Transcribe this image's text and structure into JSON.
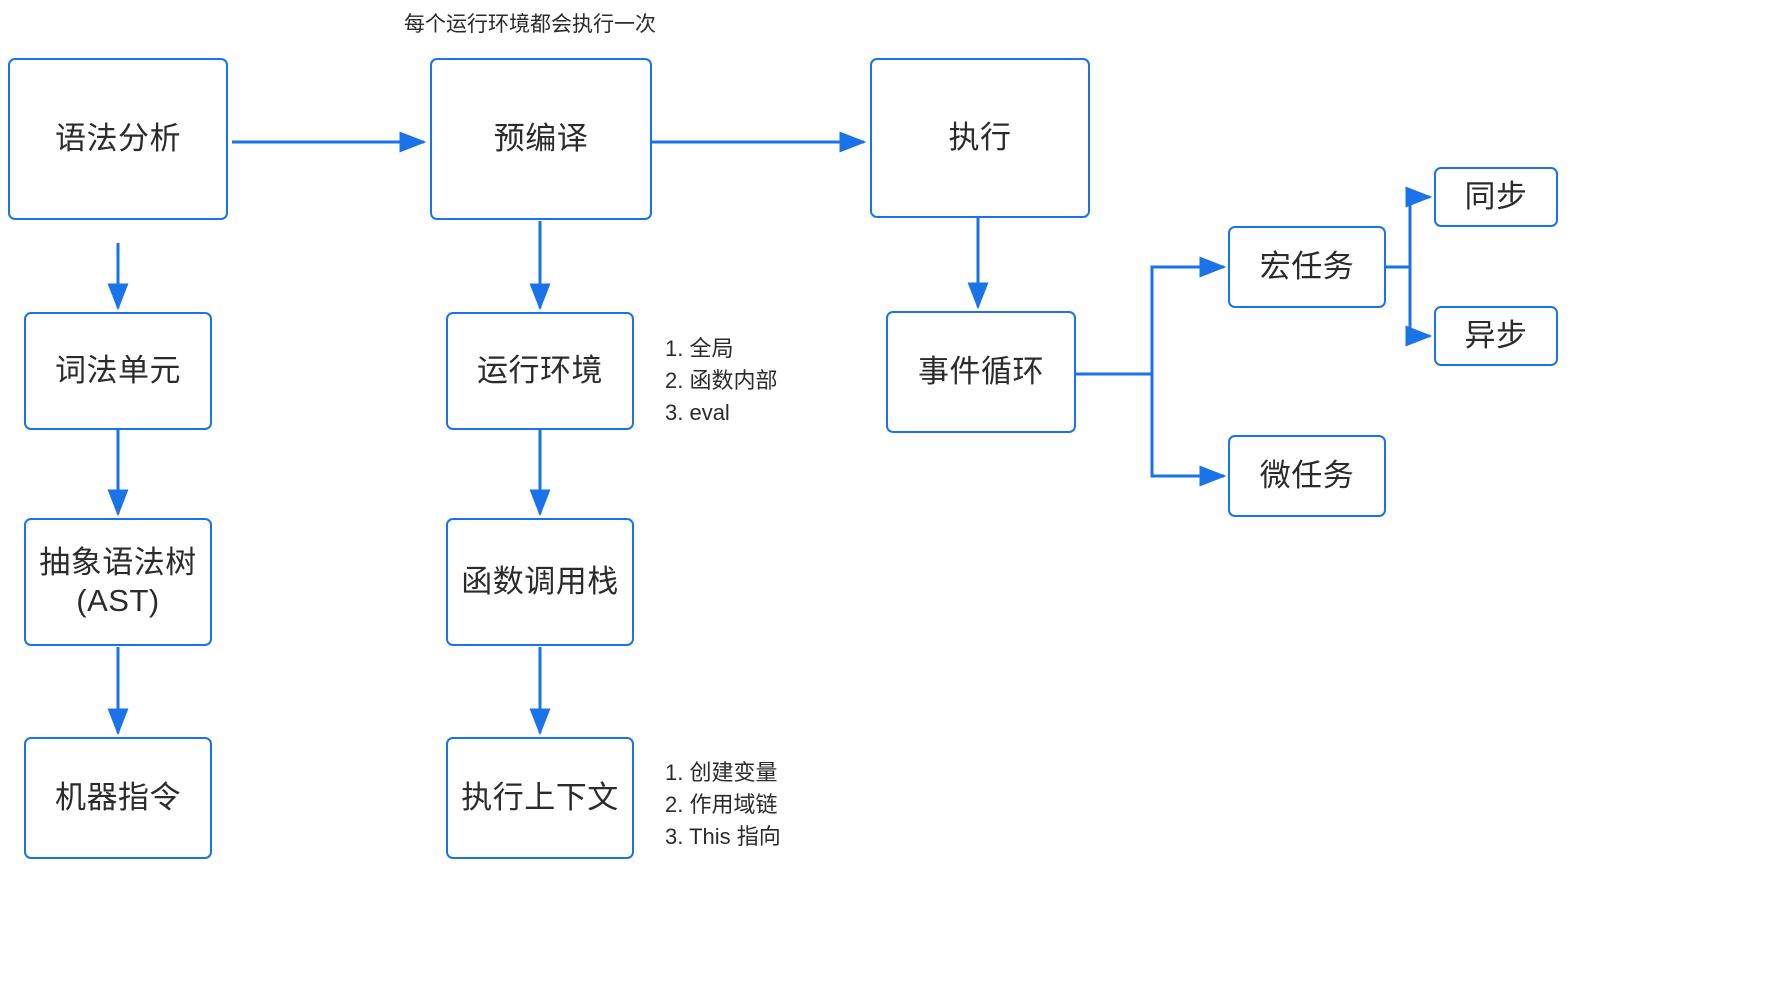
{
  "diagram": {
    "title": "每个运行环境都会执行一次",
    "accent_color": "#1a73e8",
    "text_color": "#2b2b2b",
    "background_color": "#ffffff"
  },
  "nodes": {
    "syntax_analysis": "语法分析",
    "tokens": "词法单元",
    "ast": "抽象语法树\n(AST)",
    "machine_code": "机器指令",
    "precompile": "预编译",
    "runtime_env": "运行环境",
    "call_stack": "函数调用栈",
    "execution_context": "执行上下文",
    "execute": "执行",
    "event_loop": "事件循环",
    "macro_task": "宏任务",
    "micro_task": "微任务",
    "sync": "同步",
    "async": "异步"
  },
  "notes": {
    "runtime_env_note": {
      "items": [
        "1. 全局",
        "2. 函数内部",
        "3. eval"
      ]
    },
    "execution_context_note": {
      "items": [
        "1. 创建变量",
        "2. 作用域链",
        "3. This 指向"
      ]
    }
  }
}
